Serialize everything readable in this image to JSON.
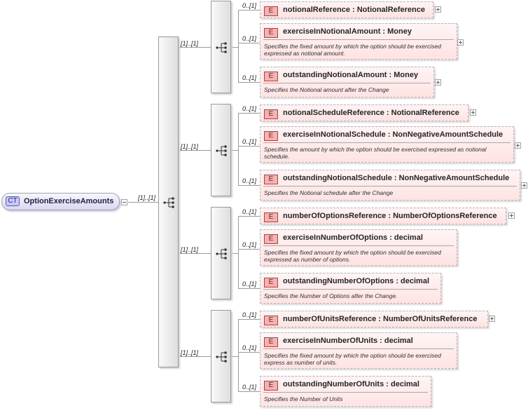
{
  "root": {
    "badge": "CT",
    "name": "OptionExerciseAmounts",
    "multiplicity": "[1]..[1]"
  },
  "groups": [
    {
      "multiplicity": "[1]..[1]",
      "elements": [
        {
          "badge": "E",
          "name": "notionalReference : NotionalReference",
          "multiplicity": "0..[1]",
          "description": ""
        },
        {
          "badge": "E",
          "name": "exerciseInNotionalAmount : Money",
          "multiplicity": "0..[1]",
          "description": "Specifies the fixed amount by which the option should be exercised expressed as notional amount."
        },
        {
          "badge": "E",
          "name": "outstandingNotionalAmount : Money",
          "multiplicity": "0..[1]",
          "description": "Specifies the Notional amount after the Change"
        }
      ]
    },
    {
      "multiplicity": "[1]..[1]",
      "elements": [
        {
          "badge": "E",
          "name": "notionalScheduleReference : NotionalReference",
          "multiplicity": "0..[1]",
          "description": ""
        },
        {
          "badge": "E",
          "name": "exerciseInNotionalSchedule : NonNegativeAmountSchedule",
          "multiplicity": "0..[1]",
          "description": "Specifies the amount by which the option should be exercised expressed as notional schedule."
        },
        {
          "badge": "E",
          "name": "outstandingNotionalSchedule : NonNegativeAmountSchedule",
          "multiplicity": "0..[1]",
          "description": "Specifies the Notional schedule after the Change"
        }
      ]
    },
    {
      "multiplicity": "[1]..[1]",
      "elements": [
        {
          "badge": "E",
          "name": "numberOfOptionsReference : NumberOfOptionsReference",
          "multiplicity": "0..[1]",
          "description": ""
        },
        {
          "badge": "E",
          "name": "exerciseInNumberOfOptions : decimal",
          "multiplicity": "0..[1]",
          "description": "Specifies the fixed amount by which the option should be exercised expressed as number of options."
        },
        {
          "badge": "E",
          "name": "outstandingNumberOfOptions : decimal",
          "multiplicity": "0..[1]",
          "description": "Specifies the Number of Options after the Change."
        }
      ]
    },
    {
      "multiplicity": "[1]..[1]",
      "elements": [
        {
          "badge": "E",
          "name": "numberOfUnitsReference : NumberOfUnitsReference",
          "multiplicity": "0..[1]",
          "description": ""
        },
        {
          "badge": "E",
          "name": "exerciseInNumberOfUnits : decimal",
          "multiplicity": "0..[1]",
          "description": "Specifies the fixed amount by which the option should be exercised express as number of units."
        },
        {
          "badge": "E",
          "name": "outstandingNumberOfUnits : decimal",
          "multiplicity": "0..[1]",
          "description": "Specifies the Number of Units"
        }
      ]
    }
  ]
}
